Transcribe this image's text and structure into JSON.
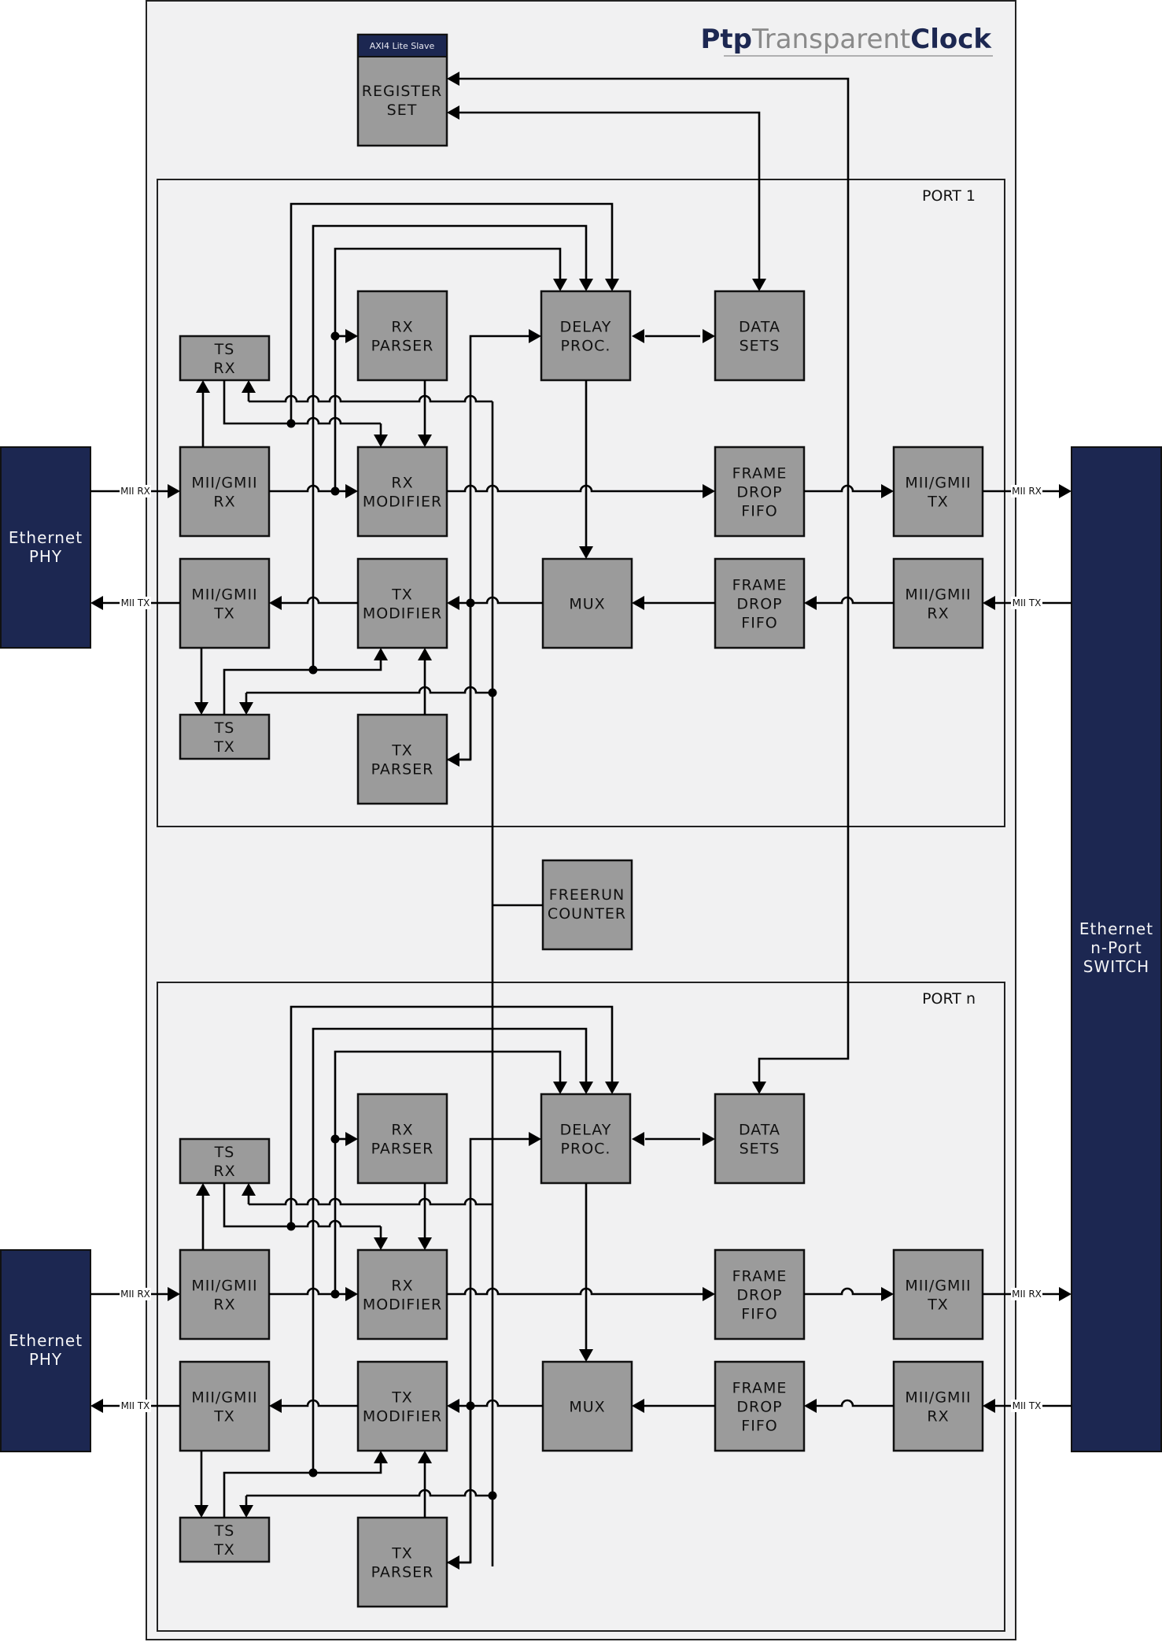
{
  "title": {
    "part1": "Ptp",
    "part2": "Transparent",
    "part3": "Clock",
    "color_dark": "#1c2751",
    "color_light": "#8a8a8a"
  },
  "register": {
    "header": "AXI4 Lite Slave",
    "line1": "REGISTER",
    "line2": "SET"
  },
  "freerun": {
    "line1": "FREERUN",
    "line2": "COUNTER"
  },
  "external": {
    "phy_line1": "Ethernet",
    "phy_line2": "PHY",
    "switch_line1": "Ethernet",
    "switch_line2": "n-Port",
    "switch_line3": "SWITCH"
  },
  "signals": {
    "mii_rx": "MII RX",
    "mii_tx": "MII TX"
  },
  "ports": [
    {
      "label": "PORT 1"
    },
    {
      "label": "PORT n"
    }
  ],
  "blocks": {
    "ts_rx": [
      "TS",
      "RX"
    ],
    "ts_tx": [
      "TS",
      "TX"
    ],
    "rx_parser": [
      "RX",
      "PARSER"
    ],
    "tx_parser": [
      "TX",
      "PARSER"
    ],
    "delay_proc": [
      "DELAY",
      "PROC."
    ],
    "data_sets": [
      "DATA",
      "SETS"
    ],
    "mii_rx": [
      "MII/GMII",
      "RX"
    ],
    "mii_tx": [
      "MII/GMII",
      "TX"
    ],
    "rx_modifier": [
      "RX",
      "MODIFIER"
    ],
    "tx_modifier": [
      "TX",
      "MODIFIER"
    ],
    "mux": [
      "MUX"
    ],
    "fifo": [
      "FRAME",
      "DROP",
      "FIFO"
    ],
    "sw_mii_tx": [
      "MII/GMII",
      "TX"
    ],
    "sw_mii_rx": [
      "MII/GMII",
      "RX"
    ]
  },
  "colors": {
    "navy": "#1c2751",
    "block_fill": "#9b9b9b",
    "panel_fill": "#f1f1f2"
  }
}
